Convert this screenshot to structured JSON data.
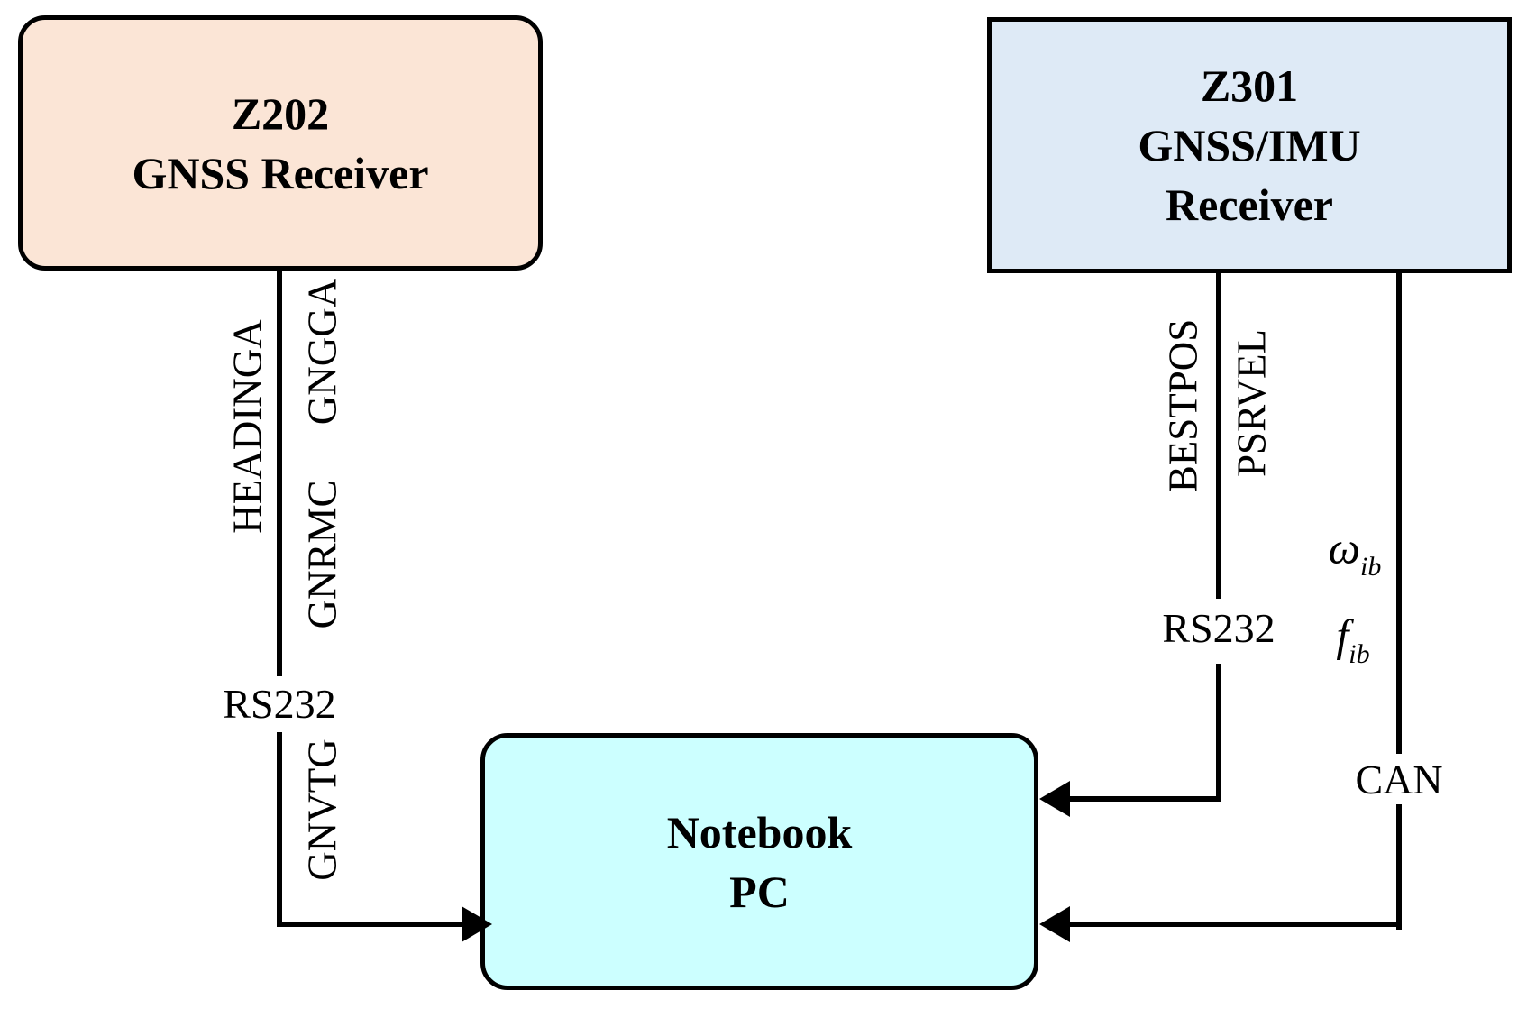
{
  "diagram": {
    "boxes": {
      "z202": {
        "lines": [
          "Z202",
          "GNSS Receiver"
        ],
        "fill": "#FBE5D6"
      },
      "z301": {
        "lines": [
          "Z301",
          "GNSS/IMU",
          "Receiver"
        ],
        "fill": "#DEEAF6"
      },
      "notebook": {
        "lines": [
          "Notebook",
          "PC"
        ],
        "fill": "#CCFFFF"
      }
    },
    "connections": {
      "z202_to_pc": {
        "port": "RS232",
        "messages": [
          "HEADINGA",
          "GNGGA",
          "GNRMC",
          "GNVTG"
        ]
      },
      "z301_serial_to_pc": {
        "port": "RS232",
        "messages": [
          "BESTPOS",
          "PSRVEL"
        ]
      },
      "z301_can_to_pc": {
        "port": "CAN",
        "signals": [
          {
            "symbol": "ω",
            "subscript": "ib"
          },
          {
            "symbol": "f",
            "subscript": "ib"
          }
        ]
      }
    },
    "colors": {
      "line": "#000000",
      "background": "#FFFFFF"
    }
  }
}
